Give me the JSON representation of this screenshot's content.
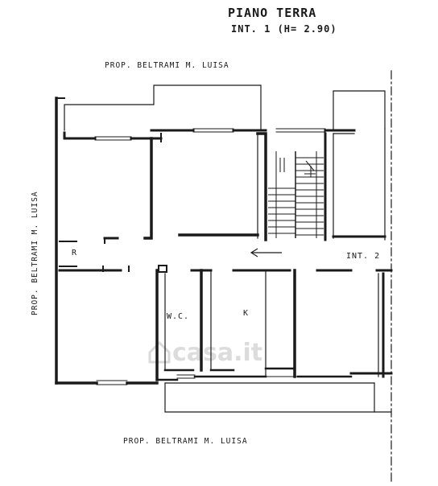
{
  "header": {
    "title": "PIANO TERRA",
    "subtitle": "INT. 1   (H= 2.90)"
  },
  "neighbors": {
    "top": "PROP. BELTRAMI M. LUISA",
    "left": "PROP. BELTRAMI M. LUISA",
    "bottom": "PROP. BELTRAMI M. LUISA"
  },
  "rooms": {
    "ripostiglio": "R",
    "wc": "W.C.",
    "kitchen": "K",
    "adjacent_unit": "INT. 2"
  },
  "watermark": "casa.it"
}
